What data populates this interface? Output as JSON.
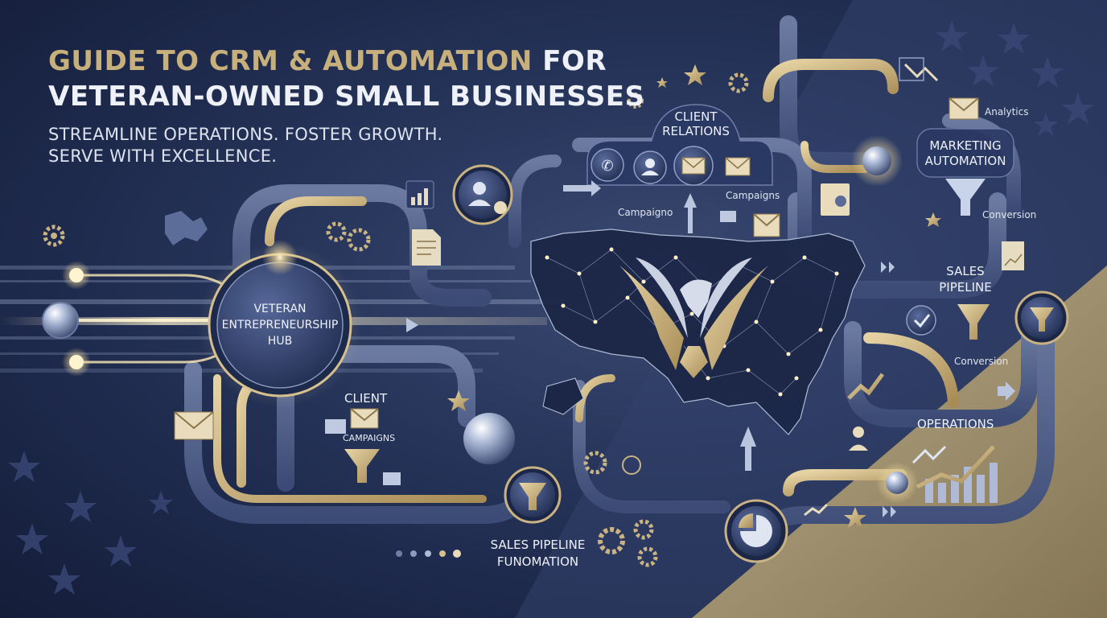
{
  "title": {
    "line1_gold": "GUIDE TO CRM & AUTOMATION",
    "line1_white": "FOR",
    "line2": "VETERAN-OWNED SMALL BUSINESSES"
  },
  "tagline": {
    "line1": "STREAMLINE OPERATIONS. FOSTER GROWTH.",
    "line2": "SERVE WITH EXCELLENCE."
  },
  "hub": {
    "line1": "VETERAN",
    "line2": "ENTREPRENEURSHIP",
    "line3": "HUB"
  },
  "nodes": {
    "client_relations_line1": "CLIENT",
    "client_relations_line2": "RELATIONS",
    "campaigns_top": "Campaigns",
    "campaigno": "Campaigno",
    "analytics": "Analytics",
    "marketing_line1": "MARKETING",
    "marketing_line2": "AUTOMATION",
    "conversion_top": "Conversion",
    "sales_line1": "SALES",
    "sales_line2": "PIPELINE",
    "conversion_mid": "Conversion",
    "operations": "OPERATIONS",
    "client_lower": "CLIENT",
    "campaigns_lower": "CAMPAIGNS",
    "sales_funnel_line1": "SALES PIPELINE",
    "sales_funnel_line2": "FUNOMATION"
  },
  "colors": {
    "background": "#1e2a4a",
    "gold": "#c8b07c",
    "navy": "#2a3a62",
    "pipe": "#55648c",
    "glow": "#fff2c8"
  }
}
